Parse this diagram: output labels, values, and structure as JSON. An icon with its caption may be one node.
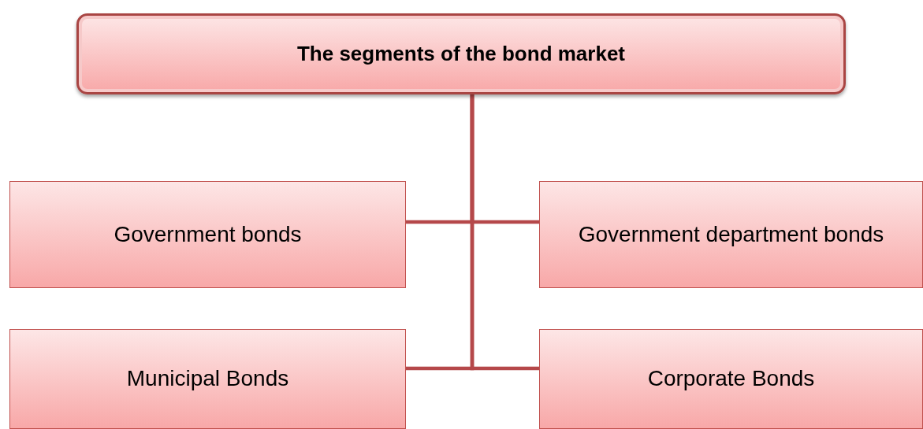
{
  "diagram": {
    "nodes": [
      {
        "text": [
          "The segments of the bond market"
        ]
      },
      {
        "text": [
          "Government bonds"
        ]
      },
      {
        "text": [
          "Government department bonds"
        ]
      },
      {
        "text": [
          "Municipal Bonds"
        ]
      },
      {
        "text": [
          "Corporate Bonds"
        ]
      }
    ],
    "edges": [
      {
        "from": 0,
        "to": 1,
        "arrow": "none"
      },
      {
        "from": 0,
        "to": 2,
        "arrow": "none"
      },
      {
        "from": 0,
        "to": 3,
        "arrow": "none"
      },
      {
        "from": 0,
        "to": 4,
        "arrow": "none"
      }
    ]
  }
}
